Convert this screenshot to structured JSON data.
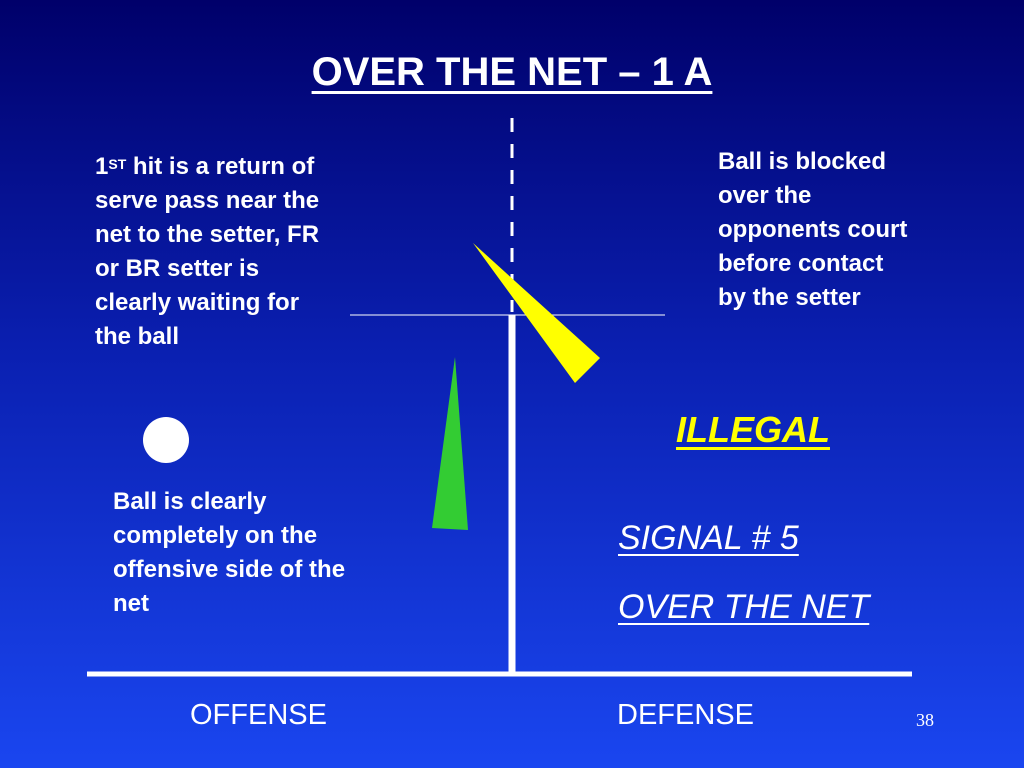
{
  "title": "OVER THE NET – 1 A",
  "left_text": {
    "num": "1",
    "sup": "ST",
    "rest": " hit is a return of serve pass near the net to the setter, FR or BR setter is clearly waiting for the ball"
  },
  "right_text": "Ball is blocked over the opponents court before contact by the setter",
  "bottom_text": "Ball is clearly completely on the offensive side of the net",
  "ruling": "ILLEGAL",
  "signal_line1": "SIGNAL # 5",
  "signal_line2": "OVER THE NET",
  "offense_label": "OFFENSE",
  "defense_label": "DEFENSE",
  "page_number": "38",
  "colors": {
    "ruling": "#ffff00",
    "yellow_arrow": "#ffff00",
    "green_arrow": "#33cc33",
    "net": "#ffffff"
  }
}
